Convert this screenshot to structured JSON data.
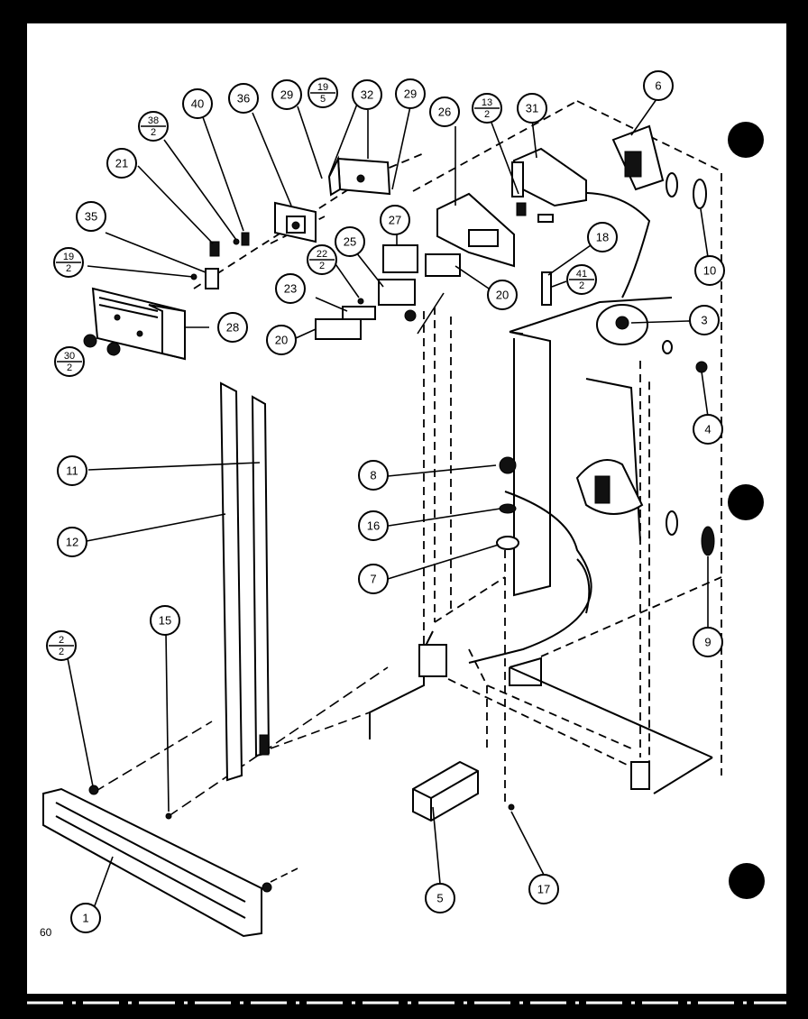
{
  "diagram": {
    "page_number": "60",
    "callouts": [
      {
        "id": "c1",
        "label": "1"
      },
      {
        "id": "c2",
        "num": "2",
        "den": "2"
      },
      {
        "id": "c3",
        "label": "3"
      },
      {
        "id": "c4",
        "label": "4"
      },
      {
        "id": "c5",
        "label": "5"
      },
      {
        "id": "c6",
        "label": "6"
      },
      {
        "id": "c7",
        "label": "7"
      },
      {
        "id": "c8",
        "label": "8"
      },
      {
        "id": "c9",
        "label": "9"
      },
      {
        "id": "c10",
        "label": "10"
      },
      {
        "id": "c11",
        "label": "11"
      },
      {
        "id": "c12",
        "label": "12"
      },
      {
        "id": "c13",
        "num": "13",
        "den": "2"
      },
      {
        "id": "c15",
        "label": "15"
      },
      {
        "id": "c16",
        "label": "16"
      },
      {
        "id": "c17",
        "label": "17"
      },
      {
        "id": "c18",
        "label": "18"
      },
      {
        "id": "c19a",
        "num": "19",
        "den": "5"
      },
      {
        "id": "c19b",
        "num": "19",
        "den": "2"
      },
      {
        "id": "c20a",
        "label": "20"
      },
      {
        "id": "c20b",
        "label": "20"
      },
      {
        "id": "c21",
        "label": "21"
      },
      {
        "id": "c22",
        "num": "22",
        "den": "2"
      },
      {
        "id": "c23",
        "label": "23"
      },
      {
        "id": "c25",
        "label": "25"
      },
      {
        "id": "c26",
        "label": "26"
      },
      {
        "id": "c27",
        "label": "27"
      },
      {
        "id": "c28",
        "label": "28"
      },
      {
        "id": "c29a",
        "label": "29"
      },
      {
        "id": "c29b",
        "label": "29"
      },
      {
        "id": "c30",
        "num": "30",
        "den": "2"
      },
      {
        "id": "c31",
        "label": "31"
      },
      {
        "id": "c32",
        "label": "32"
      },
      {
        "id": "c35",
        "label": "35"
      },
      {
        "id": "c36",
        "label": "36"
      },
      {
        "id": "c38",
        "num": "38",
        "den": "2"
      },
      {
        "id": "c40",
        "label": "40"
      },
      {
        "id": "c41",
        "num": "41",
        "den": "2"
      }
    ]
  }
}
